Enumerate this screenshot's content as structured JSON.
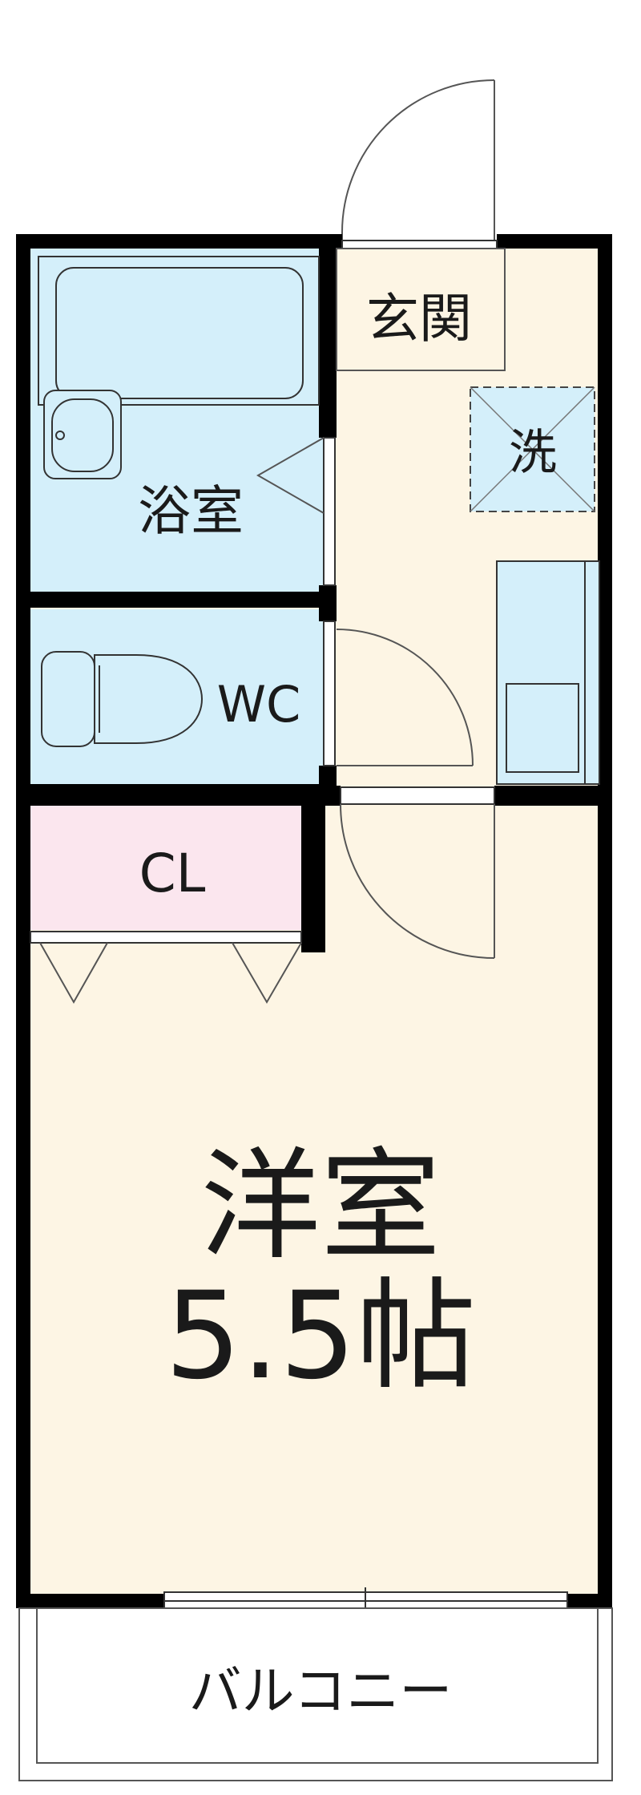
{
  "floor_plan": {
    "rooms": {
      "genkan": "玄関",
      "washer": "洗",
      "bath": "浴室",
      "wc": "WC",
      "closet": "CL",
      "western_room": "洋室",
      "western_room_size": "5.5帖",
      "balcony": "バルコニー"
    },
    "colors": {
      "wall": "#000000",
      "wet_area": "#d4effa",
      "living_area": "#fdf5e4",
      "closet": "#fbe6ee",
      "line": "#555555"
    }
  }
}
